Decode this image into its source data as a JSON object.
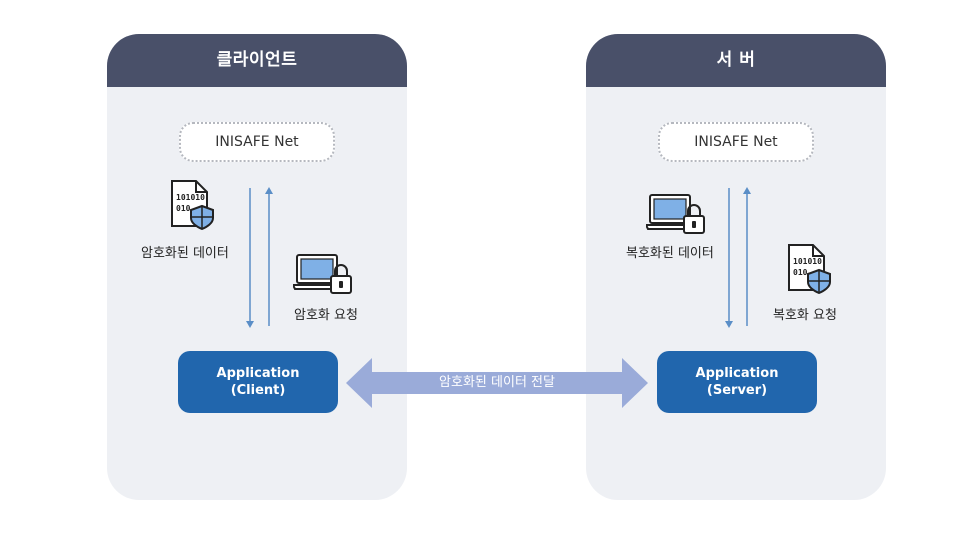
{
  "client": {
    "title": "클라이언트",
    "net_label": "INISAFE Net",
    "encrypted_label": "암호화된 데이터",
    "request_label": "암호화 요청",
    "app_line1": "Application",
    "app_line2": "(Client)"
  },
  "server": {
    "title": "서 버",
    "net_label": "INISAFE Net",
    "decrypted_label": "복호화된 데이터",
    "request_label": "복호화 요청",
    "app_line1": "Application",
    "app_line2": "(Server)"
  },
  "transfer": {
    "label": "암호화된 데이터 전달"
  },
  "colors": {
    "header": "#495069",
    "panel": "#eef0f4",
    "app": "#2166ad",
    "arrow": "#5a8ec7",
    "transfer": "#9aabd9"
  }
}
